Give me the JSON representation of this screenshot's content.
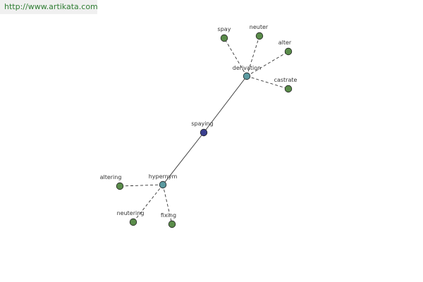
{
  "watermark": "http://www.artikata.com",
  "colors": {
    "center": "#3a3f8f",
    "hub": "#5b9aa0",
    "leaf": "#5a8c4a",
    "edge": "#333333",
    "label": "#333333"
  },
  "graph": {
    "center": {
      "label": "spaying"
    },
    "hubs": [
      {
        "label": "derivation"
      },
      {
        "label": "hypernym"
      }
    ],
    "leaves": [
      {
        "label": "spay",
        "hub": 0
      },
      {
        "label": "neuter",
        "hub": 0
      },
      {
        "label": "alter",
        "hub": 0
      },
      {
        "label": "castrate",
        "hub": 0
      },
      {
        "label": "altering",
        "hub": 1
      },
      {
        "label": "neutering",
        "hub": 1
      },
      {
        "label": "fixing",
        "hub": 1
      }
    ]
  }
}
